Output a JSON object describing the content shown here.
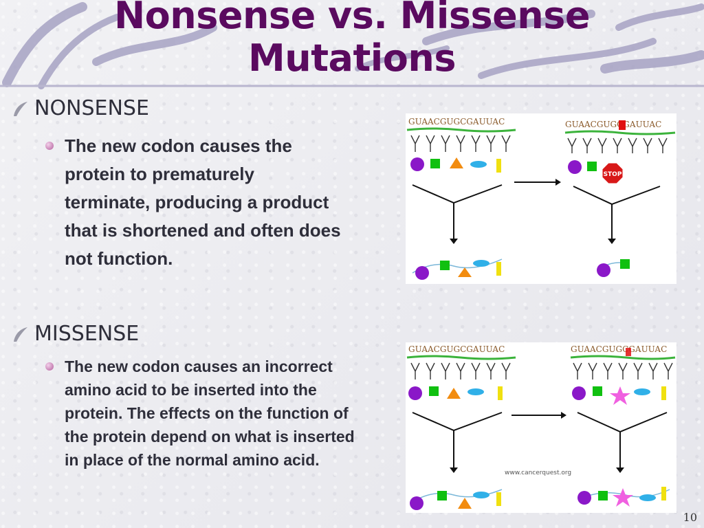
{
  "slide": {
    "title_line1": "Nonsense vs. Missense",
    "title_line2": "Mutations",
    "page_number": "10",
    "colors": {
      "title": "#5a0a5f",
      "body_text": "#2e2e3a"
    }
  },
  "nonsense": {
    "heading": "NONSENSE",
    "description": "The new codon causes the protein to prematurely terminate, producing a product that is shortened and often does not function.",
    "lines": [
      "The new codon causes the",
      "protein to prematurely",
      "terminate, producing a product",
      "that is shortened and often does",
      "not function."
    ],
    "diagram": {
      "sequence_before": "GUAACGUGCGAUUAC",
      "sequence_after": "GUAACGUGCGAUUAC",
      "stop_sign": "STOP"
    }
  },
  "missense": {
    "heading": "MISSENSE",
    "lines": [
      "The new codon causes an incorrect",
      "amino acid to be inserted into the",
      "protein. The effects on the function of",
      "the protein depend on what is inserted",
      "in place of the normal amino acid."
    ],
    "diagram": {
      "sequence_before": "GUAACGUGCGAUUAC",
      "sequence_after": "GUAACGUGCGAUUAC",
      "credit": "www.cancerquest.org"
    }
  }
}
